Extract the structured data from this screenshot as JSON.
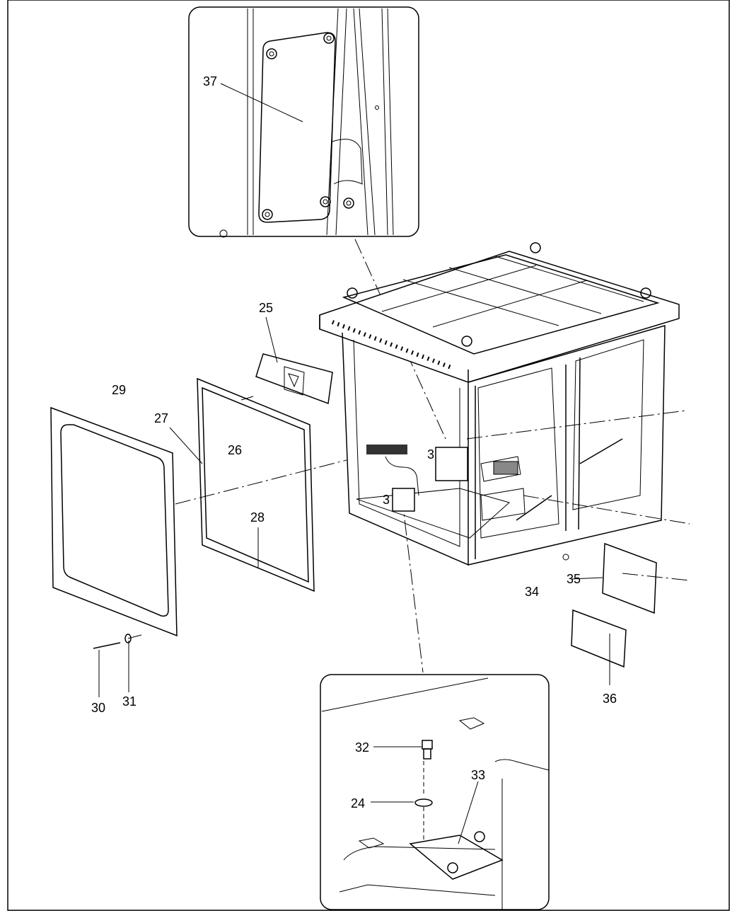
{
  "callouts": [
    {
      "id": "c37",
      "text": "37"
    },
    {
      "id": "c25",
      "text": "25"
    },
    {
      "id": "c29",
      "text": "29"
    },
    {
      "id": "c27",
      "text": "27"
    },
    {
      "id": "c26",
      "text": "26"
    },
    {
      "id": "c28",
      "text": "28"
    },
    {
      "id": "c3a",
      "text": "3"
    },
    {
      "id": "c3b",
      "text": "3"
    },
    {
      "id": "c34",
      "text": "34"
    },
    {
      "id": "c35",
      "text": "35"
    },
    {
      "id": "c36",
      "text": "36"
    },
    {
      "id": "c30",
      "text": "30"
    },
    {
      "id": "c31",
      "text": "31"
    },
    {
      "id": "c32",
      "text": "32"
    },
    {
      "id": "c24",
      "text": "24"
    },
    {
      "id": "c33",
      "text": "33"
    }
  ]
}
